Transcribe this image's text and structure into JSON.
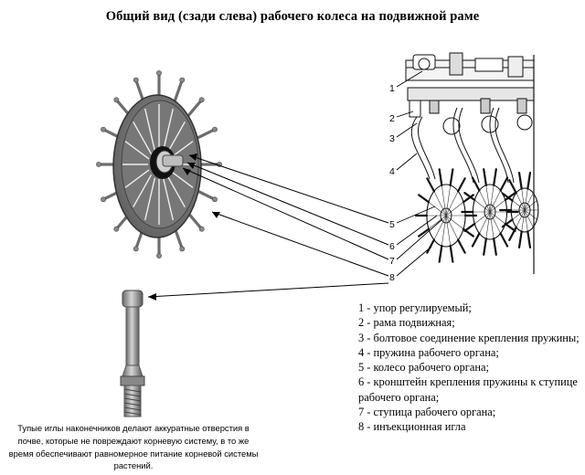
{
  "title": "Общий вид (сзади слева) рабочего колеса на подвижной раме",
  "callout_numbers": [
    "1",
    "2",
    "3",
    "4",
    "5",
    "6",
    "7",
    "8"
  ],
  "legend": [
    "1 - упор регулируемый;",
    "2 - рама подвижная;",
    "3 - болтовое соединение крепления пружины;",
    "4 - пружина рабочего органа;",
    "5 - колесо рабочего органа;",
    "6 -  кронштейн крепления пружины к ступице рабочего органа;",
    "7 - ступица рабочего органа;",
    "8 - инъекционная игла"
  ],
  "caption": "Тупые иглы наконечников делают аккуратные отверстия в почве, которые не повреждают корневую систему, в то же время обеспечивают равномерное питание корневой системы растений."
}
